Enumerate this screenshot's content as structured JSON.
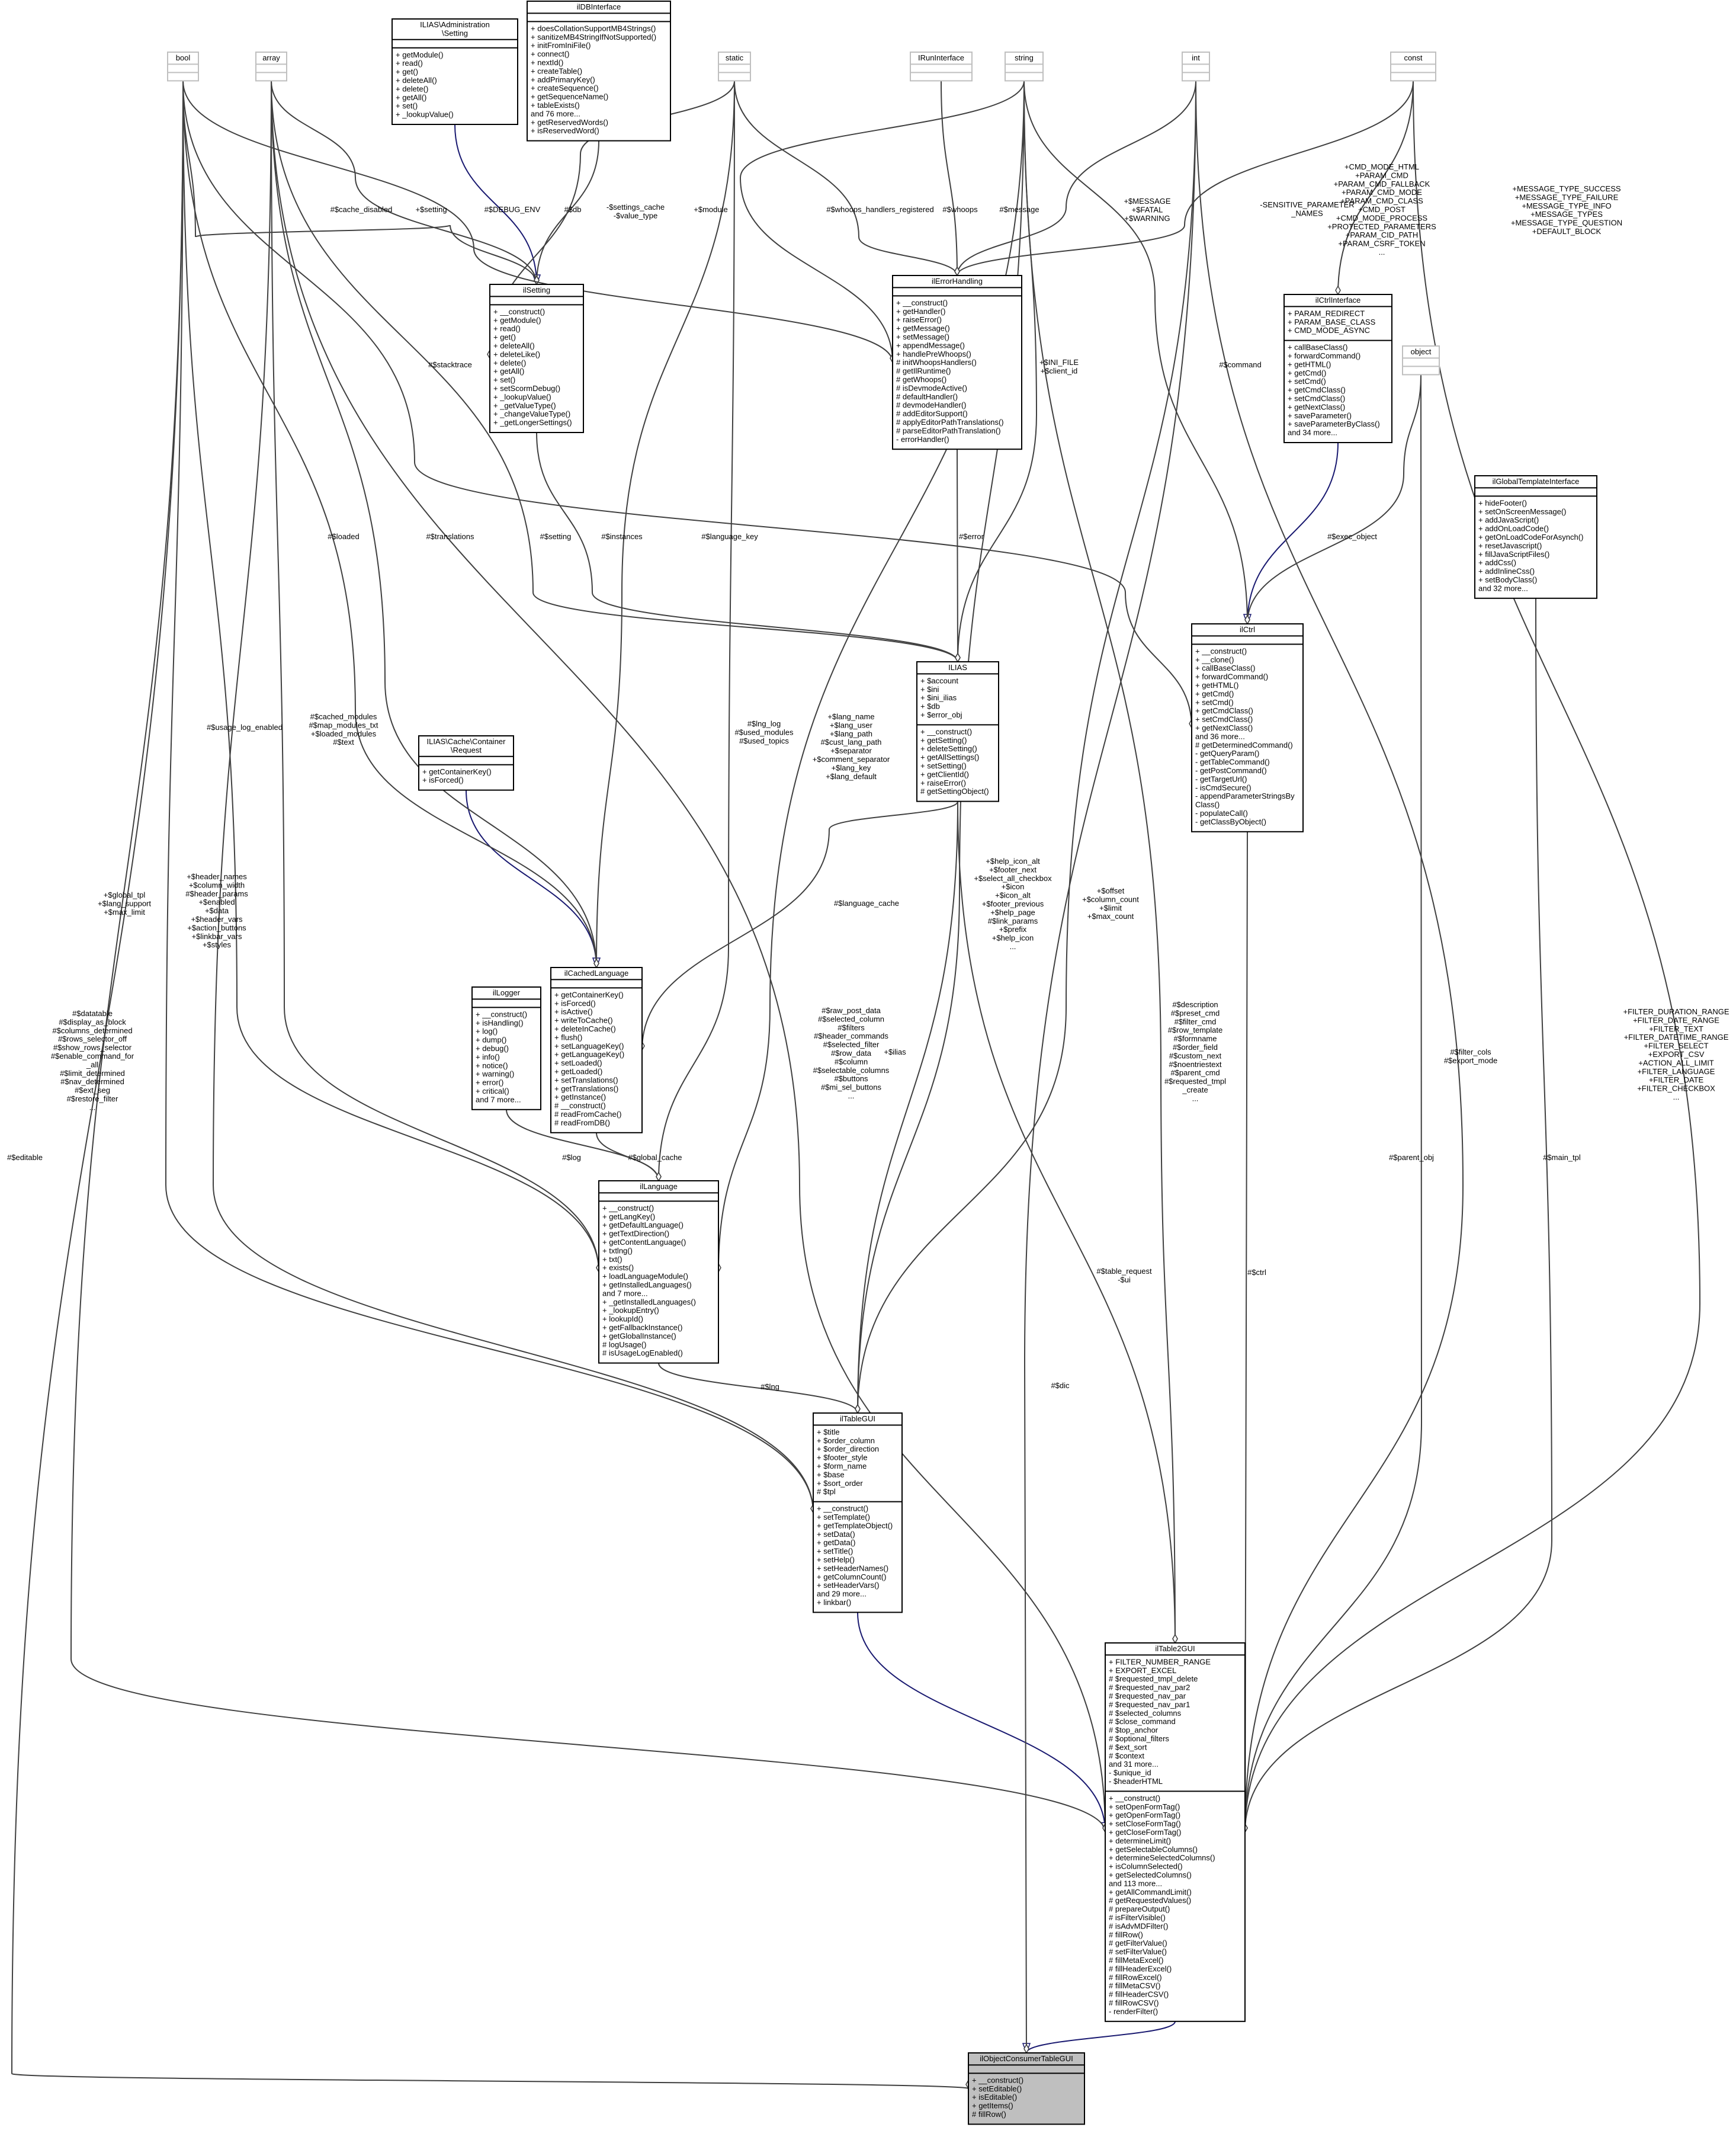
{
  "diagram": {
    "nodes": [
      {
        "id": "bool",
        "title": [
          "bool"
        ],
        "attributes": [],
        "methods": [],
        "style": "muted"
      },
      {
        "id": "array",
        "title": [
          "array"
        ],
        "attributes": [],
        "methods": [],
        "style": "muted"
      },
      {
        "id": "setting_iface",
        "title": [
          "ILIAS\\Administration",
          "\\Setting"
        ],
        "attributes": [],
        "methods": [
          "+ getModule()",
          "+ read()",
          "+ get()",
          "+ deleteAll()",
          "+ delete()",
          "+ getAll()",
          "+ set()",
          "+ _lookupValue()"
        ]
      },
      {
        "id": "ildb",
        "title": [
          "ilDBInterface"
        ],
        "attributes": [],
        "methods": [
          "+ doesCollationSupportMB4Strings()",
          "+ sanitizeMB4StringIfNotSupported()",
          "+ initFromIniFile()",
          "+ connect()",
          "+ nextId()",
          "+ createTable()",
          "+ addPrimaryKey()",
          "+ createSequence()",
          "+ getSequenceName()",
          "+ tableExists()",
          "and 76 more...",
          "+ getReservedWords()",
          "+ isReservedWord()"
        ]
      },
      {
        "id": "static",
        "title": [
          "static"
        ],
        "attributes": [],
        "methods": [],
        "style": "muted"
      },
      {
        "id": "irun",
        "title": [
          "IRunInterface"
        ],
        "attributes": [],
        "methods": [],
        "style": "muted"
      },
      {
        "id": "string",
        "title": [
          "string"
        ],
        "attributes": [],
        "methods": [],
        "style": "muted"
      },
      {
        "id": "int",
        "title": [
          "int"
        ],
        "attributes": [],
        "methods": [],
        "style": "muted"
      },
      {
        "id": "const",
        "title": [
          "const"
        ],
        "attributes": [],
        "methods": [],
        "style": "muted"
      },
      {
        "id": "ilsetting",
        "title": [
          "ilSetting"
        ],
        "attributes": [],
        "methods": [
          "+ __construct()",
          "+ getModule()",
          "+ read()",
          "+ get()",
          "+ deleteAll()",
          "+ deleteLike()",
          "+ delete()",
          "+ getAll()",
          "+ set()",
          "+ setScormDebug()",
          "+ _lookupValue()",
          "+ _getValueType()",
          "+ _changeValueType()",
          "+ _getLongerSettings()"
        ]
      },
      {
        "id": "ilerror",
        "title": [
          "ilErrorHandling"
        ],
        "attributes": [],
        "methods": [
          "+ __construct()",
          "+ getHandler()",
          "+ raiseError()",
          "+ getMessage()",
          "+ setMessage()",
          "+ appendMessage()",
          "+ handlePreWhoops()",
          "# initWhoopsHandlers()",
          "# getIlRuntime()",
          "# getWhoops()",
          "# isDevmodeActive()",
          "# defaultHandler()",
          "# devmodeHandler()",
          "# addEditorSupport()",
          "# applyEditorPathTranslations()",
          "# parseEditorPathTranslation()",
          "- errorHandler()"
        ]
      },
      {
        "id": "ilctrliface",
        "title": [
          "ilCtrlInterface"
        ],
        "attributes": [
          "+ PARAM_REDIRECT",
          "+ PARAM_BASE_CLASS",
          "+ CMD_MODE_ASYNC"
        ],
        "methods": [
          "+ callBaseClass()",
          "+ forwardCommand()",
          "+ getHTML()",
          "+ getCmd()",
          "+ setCmd()",
          "+ getCmdClass()",
          "+ setCmdClass()",
          "+ getNextClass()",
          "+ saveParameter()",
          "+ saveParameterByClass()",
          "and 34 more..."
        ]
      },
      {
        "id": "object",
        "title": [
          "object"
        ],
        "attributes": [],
        "methods": [],
        "style": "muted"
      },
      {
        "id": "ilgtpl",
        "title": [
          "ilGlobalTemplateInterface"
        ],
        "attributes": [],
        "methods": [
          "+ hideFooter()",
          "+ setOnScreenMessage()",
          "+ addJavaScript()",
          "+ addOnLoadCode()",
          "+ getOnLoadCodeForAsynch()",
          "+ resetJavascript()",
          "+ fillJavaScriptFiles()",
          "+ addCss()",
          "+ addInlineCss()",
          "+ setBodyClass()",
          "and 32 more..."
        ]
      },
      {
        "id": "ilctrl",
        "title": [
          "ilCtrl"
        ],
        "attributes": [],
        "methods": [
          "+ __construct()",
          "+ __clone()",
          "+ callBaseClass()",
          "+ forwardCommand()",
          "+ getHTML()",
          "+ getCmd()",
          "+ setCmd()",
          "+ getCmdClass()",
          "+ setCmdClass()",
          "+ getNextClass()",
          "and 36 more...",
          "# getDeterminedCommand()",
          "- getQueryParam()",
          "- getTableCommand()",
          "- getPostCommand()",
          "- getTargetUrl()",
          "- isCmdSecure()",
          "- appendParameterStringsBy",
          "Class()",
          "- populateCall()",
          "- getClassByObject()"
        ]
      },
      {
        "id": "ilias",
        "title": [
          "ILIAS"
        ],
        "attributes": [
          "+ $account",
          "+ $ini",
          "+ $ini_ilias",
          "+ $db",
          "+ $error_obj"
        ],
        "methods": [
          "+ __construct()",
          "+ getSetting()",
          "+ deleteSetting()",
          "+ getAllSettings()",
          "+ setSetting()",
          "+ getClientId()",
          "+ raiseError()",
          "# getSettingObject()"
        ]
      },
      {
        "id": "request",
        "title": [
          "ILIAS\\Cache\\Container",
          "\\Request"
        ],
        "attributes": [],
        "methods": [
          "+ getContainerKey()",
          "+ isForced()"
        ]
      },
      {
        "id": "illogger",
        "title": [
          "ilLogger"
        ],
        "attributes": [],
        "methods": [
          "+ __construct()",
          "+ isHandling()",
          "+ log()",
          "+ dump()",
          "+ debug()",
          "+ info()",
          "+ notice()",
          "+ warning()",
          "+ error()",
          "+ critical()",
          "and 7 more..."
        ]
      },
      {
        "id": "ilcachedlang",
        "title": [
          "ilCachedLanguage"
        ],
        "attributes": [],
        "methods": [
          "+ getContainerKey()",
          "+ isForced()",
          "+ isActive()",
          "+ writeToCache()",
          "+ deleteInCache()",
          "+ flush()",
          "+ setLanguageKey()",
          "+ getLanguageKey()",
          "+ setLoaded()",
          "+ getLoaded()",
          "+ setTranslations()",
          "+ getTranslations()",
          "+ getInstance()",
          "# __construct()",
          "# readFromCache()",
          "# readFromDB()"
        ]
      },
      {
        "id": "illanguage",
        "title": [
          "ilLanguage"
        ],
        "attributes": [],
        "methods": [
          "+ __construct()",
          "+ getLangKey()",
          "+ getDefaultLanguage()",
          "+ getTextDirection()",
          "+ getContentLanguage()",
          "+ txtlng()",
          "+ txt()",
          "+ exists()",
          "+ loadLanguageModule()",
          "+ getInstalledLanguages()",
          "and 7 more...",
          "+ _getInstalledLanguages()",
          "+ _lookupEntry()",
          "+ lookupId()",
          "+ getFallbackInstance()",
          "+ getGlobalInstance()",
          "# logUsage()",
          "# isUsageLogEnabled()"
        ]
      },
      {
        "id": "iltablegui",
        "title": [
          "ilTableGUI"
        ],
        "attributes": [
          "+ $title",
          "+ $order_column",
          "+ $order_direction",
          "+ $footer_style",
          "+ $form_name",
          "+ $base",
          "+ $sort_order",
          "# $tpl"
        ],
        "methods": [
          "+ __construct()",
          "+ setTemplate()",
          "+ getTemplateObject()",
          "+ setData()",
          "+ getData()",
          "+ setTitle()",
          "+ setHelp()",
          "+ setHeaderNames()",
          "+ getColumnCount()",
          "+ setHeaderVars()",
          "and 29 more...",
          "+ linkbar()"
        ]
      },
      {
        "id": "iltable2gui",
        "title": [
          "ilTable2GUI"
        ],
        "attributes": [
          "+ FILTER_NUMBER_RANGE",
          "+ EXPORT_EXCEL",
          "# $requested_tmpl_delete",
          "# $requested_nav_par2",
          "# $requested_nav_par",
          "# $requested_nav_par1",
          "# $selected_columns",
          "# $close_command",
          "# $top_anchor",
          "# $optional_filters",
          "# $ext_sort",
          "# $context",
          "and 31 more...",
          "- $unique_id",
          "- $headerHTML"
        ],
        "methods": [
          "+ __construct()",
          "+ setOpenFormTag()",
          "+ getOpenFormTag()",
          "+ setCloseFormTag()",
          "+ getCloseFormTag()",
          "+ determineLimit()",
          "+ getSelectableColumns()",
          "+ determineSelectedColumns()",
          "+ isColumnSelected()",
          "+ getSelectedColumns()",
          "and 113 more...",
          "+ getAllCommandLimit()",
          "# getRequestedValues()",
          "# prepareOutput()",
          "# isFilterVisible()",
          "# isAdvMDFilter()",
          "# fillRow()",
          "# getFilterValue()",
          "# setFilterValue()",
          "# fillMetaExcel()",
          "# fillHeaderExcel()",
          "# fillRowExcel()",
          "# fillMetaCSV()",
          "# fillHeaderCSV()",
          "# fillRowCSV()",
          "- renderFilter()"
        ]
      },
      {
        "id": "consumer",
        "title": [
          "ilObjectConsumerTableGUI"
        ],
        "attributes": [],
        "methods": [
          "+ __construct()",
          "+ setEditable()",
          "+ isEditable()",
          "+ getItems()",
          "# fillRow()"
        ],
        "style": "focus"
      }
    ],
    "edge_labels": [
      {
        "id": "l-cache-disabled",
        "lines": [
          "#$cache_disabled"
        ]
      },
      {
        "id": "l-setting-a",
        "lines": [
          "+$setting"
        ]
      },
      {
        "id": "l-debug-env",
        "lines": [
          "#$DEBUG_ENV"
        ]
      },
      {
        "id": "l-db",
        "lines": [
          "#$db"
        ]
      },
      {
        "id": "l-settings-cache",
        "lines": [
          "-$settings_cache",
          "-$value_type"
        ]
      },
      {
        "id": "l-module",
        "lines": [
          "+$module"
        ]
      },
      {
        "id": "l-whoops-reg",
        "lines": [
          "#$whoops_handlers_registered"
        ]
      },
      {
        "id": "l-whoops",
        "lines": [
          "#$whoops"
        ]
      },
      {
        "id": "l-message",
        "lines": [
          "#$message"
        ]
      },
      {
        "id": "l-fatal",
        "lines": [
          "+$MESSAGE",
          "+$FATAL",
          "+$WARNING"
        ]
      },
      {
        "id": "l-sensitive",
        "lines": [
          "-SENSITIVE_PARAMETER",
          "_NAMES"
        ]
      },
      {
        "id": "l-ctrl-consts",
        "lines": [
          "+CMD_MODE_HTML",
          "+PARAM_CMD",
          "+PARAM_CMD_FALLBACK",
          "+PARAM_CMD_MODE",
          "+PARAM_CMD_CLASS",
          "+CMD_POST",
          "+CMD_MODE_PROCESS",
          "+PROTECTED_PARAMETERS",
          "+PARAM_CID_PATH",
          "+PARAM_CSRF_TOKEN",
          "..."
        ]
      },
      {
        "id": "l-msg-consts",
        "lines": [
          "+MESSAGE_TYPE_SUCCESS",
          "+MESSAGE_TYPE_FAILURE",
          "+MESSAGE_TYPE_INFO",
          "+MESSAGE_TYPES",
          "+MESSAGE_TYPE_QUESTION",
          "+DEFAULT_BLOCK"
        ]
      },
      {
        "id": "l-stacktrace",
        "lines": [
          "#$stacktrace"
        ]
      },
      {
        "id": "l-ini-file",
        "lines": [
          "+$INI_FILE",
          "+$client_id"
        ]
      },
      {
        "id": "l-command",
        "lines": [
          "#$command"
        ]
      },
      {
        "id": "l-loaded",
        "lines": [
          "#$loaded"
        ]
      },
      {
        "id": "l-translations",
        "lines": [
          "#$translations"
        ]
      },
      {
        "id": "l-setting-b",
        "lines": [
          "#$setting"
        ]
      },
      {
        "id": "l-instances",
        "lines": [
          "#$instances"
        ]
      },
      {
        "id": "l-language-key",
        "lines": [
          "#$language_key"
        ]
      },
      {
        "id": "l-error",
        "lines": [
          "#$error"
        ]
      },
      {
        "id": "l-exec-object",
        "lines": [
          "#$exec_object"
        ]
      },
      {
        "id": "l-cached-modules",
        "lines": [
          "#$cached_modules",
          "#$map_modules_txt",
          "+$loaded_modules",
          "#$text"
        ]
      },
      {
        "id": "l-usage-log",
        "lines": [
          "#$usage_log_enabled"
        ]
      },
      {
        "id": "l-lng-log",
        "lines": [
          "#$lng_log",
          "#$used_modules",
          "#$used_topics"
        ]
      },
      {
        "id": "l-lang-name",
        "lines": [
          "+$lang_name",
          "+$lang_user",
          "+$lang_path",
          "#$cust_lang_path",
          "+$separator",
          "+$comment_separator",
          "+$lang_key",
          "+$lang_default"
        ]
      },
      {
        "id": "l-global-tpl",
        "lines": [
          "+$global_tpl",
          "+$lang_support",
          "+$max_limit"
        ]
      },
      {
        "id": "l-header-names",
        "lines": [
          "+$header_names",
          "+$column_width",
          "#$header_params",
          "+$enabled",
          "+$data",
          "+$header_vars",
          "+$action_buttons",
          "+$linkbar_vars",
          "+$styles"
        ]
      },
      {
        "id": "l-help-icon",
        "lines": [
          "+$help_icon_alt",
          "+$footer_next",
          "+$select_all_checkbox",
          "+$icon",
          "+$icon_alt",
          "+$footer_previous",
          "+$help_page",
          "#$link_params",
          "+$prefix",
          "+$help_icon",
          "..."
        ]
      },
      {
        "id": "l-offset",
        "lines": [
          "+$offset",
          "+$column_count",
          "+$limit",
          "+$max_count"
        ]
      },
      {
        "id": "l-language-cache",
        "lines": [
          "#$language_cache"
        ]
      },
      {
        "id": "l-raw-post",
        "lines": [
          "#$raw_post_data",
          "#$selected_column",
          "#$filters",
          "#$header_commands",
          "#$selected_filter",
          "#$row_data",
          "#$column",
          "#$selectable_columns",
          "#$buttons",
          "#$mi_sel_buttons",
          "..."
        ]
      },
      {
        "id": "l-ilias",
        "lines": [
          "+$ilias"
        ]
      },
      {
        "id": "l-description",
        "lines": [
          "#$description",
          "#$preset_cmd",
          "#$filter_cmd",
          "#$row_template",
          "#$formname",
          "#$order_field",
          "#$custom_next",
          "#$noentriestext",
          "#$parent_cmd",
          "#$requested_tmpl",
          "_create",
          "..."
        ]
      },
      {
        "id": "l-filter-cols",
        "lines": [
          "#$filter_cols",
          "#$export_mode"
        ]
      },
      {
        "id": "l-filter-consts",
        "lines": [
          "+FILTER_DURATION_RANGE",
          "+FILTER_DATE_RANGE",
          "+FILTER_TEXT",
          "+FILTER_DATETIME_RANGE",
          "+FILTER_SELECT",
          "+EXPORT_CSV",
          "+ACTION_ALL_LIMIT",
          "+FILTER_LANGUAGE",
          "+FILTER_DATE",
          "+FILTER_CHECKBOX",
          "..."
        ]
      },
      {
        "id": "l-datatable",
        "lines": [
          "#$datatable",
          "#$display_as_block",
          "#$columns_determined",
          "#$rows_selector_off",
          "#$show_rows_selector",
          "#$enable_command_for",
          "_all",
          "#$limit_determined",
          "#$nav_determined",
          "#$ext_seg",
          "#$restore_filter",
          "..."
        ]
      },
      {
        "id": "l-editable",
        "lines": [
          "#$editable"
        ]
      },
      {
        "id": "l-log",
        "lines": [
          "#$log"
        ]
      },
      {
        "id": "l-global-cache",
        "lines": [
          "#$global_cache"
        ]
      },
      {
        "id": "l-lng",
        "lines": [
          "#$lng"
        ]
      },
      {
        "id": "l-table-request",
        "lines": [
          "#$table_request",
          "-$ui"
        ]
      },
      {
        "id": "l-ctrl",
        "lines": [
          "#$ctrl"
        ]
      },
      {
        "id": "l-parent-obj",
        "lines": [
          "#$parent_obj"
        ]
      },
      {
        "id": "l-main-tpl",
        "lines": [
          "#$main_tpl"
        ]
      },
      {
        "id": "l-dic",
        "lines": [
          "#$dic"
        ]
      }
    ]
  }
}
